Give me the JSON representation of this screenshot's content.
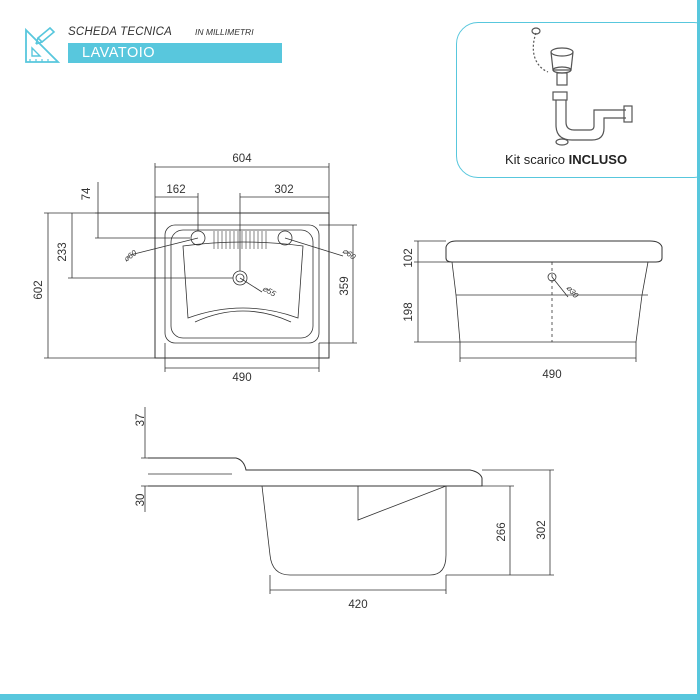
{
  "header": {
    "title": "SCHEDA TECNICA",
    "units": "IN MILLIMETRI",
    "product": "LAVATOIO"
  },
  "kit": {
    "label_regular": "Kit scarico ",
    "label_bold": "INCLUSO"
  },
  "dimensions": {
    "top_width": "604",
    "inner_left": "162",
    "inner_right": "302",
    "top_offset": "74",
    "depth_upper": "233",
    "total_depth": "602",
    "hole_left": "60",
    "hole_right": "60",
    "drain": "55",
    "inner_depth": "359",
    "front_width": "490",
    "side_top": "102",
    "side_body": "198",
    "side_drain": "30",
    "side_width": "490",
    "section_top": "37",
    "section_lip": "30",
    "section_inner": "266",
    "section_total": "302",
    "section_bottom": "420"
  },
  "colors": {
    "accent": "#58c7dd",
    "line": "#333333"
  }
}
